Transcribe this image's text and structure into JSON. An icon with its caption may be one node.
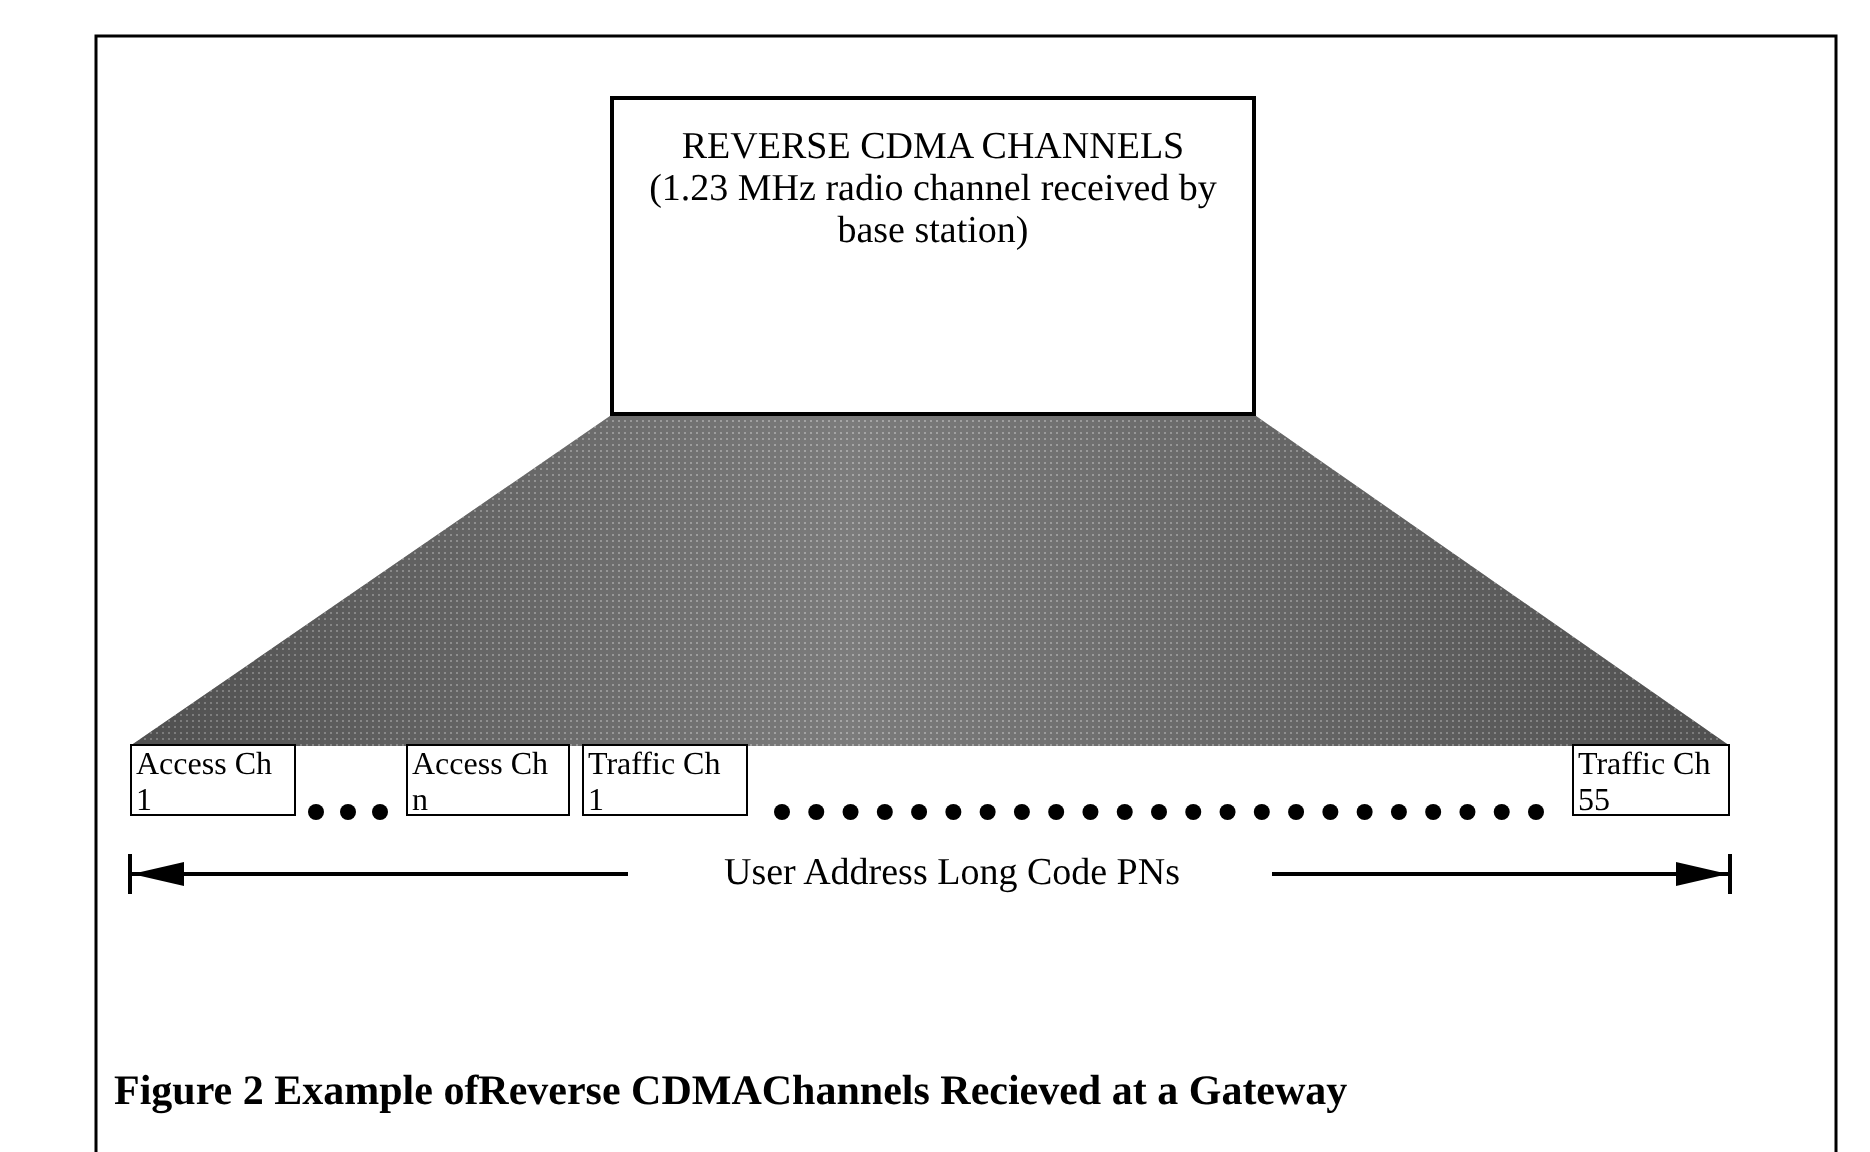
{
  "diagram": {
    "caption": "Figure 2 Example ofReverse CDMAChannels Recieved at a Gateway",
    "nodes": [
      {
        "text": [
          "REVERSE CDMA CHANNELS",
          "(1.23 MHz radio channel received by base station)"
        ]
      },
      {
        "text": [
          "Access Ch 1"
        ]
      },
      {
        "text": [
          "Access Ch n"
        ]
      },
      {
        "text": [
          "Traffic Ch 1"
        ]
      },
      {
        "text": [
          "Traffic Ch 55"
        ]
      }
    ],
    "labels": [
      "User Address Long Code PNs"
    ]
  }
}
